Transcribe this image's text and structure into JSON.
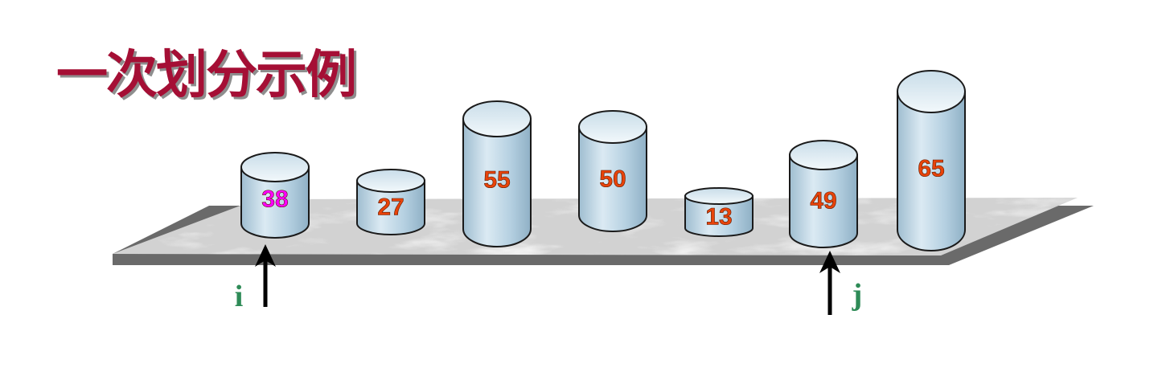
{
  "title": "一次划分示例",
  "colors": {
    "title": "#a50f35",
    "value": "#e8430a",
    "pivot_value": "#ff00ff",
    "pointer_label": "#2e8b57",
    "cylinder_fill": "#bcd6e6",
    "platform_shadow": "#6a6a6a"
  },
  "elements": [
    {
      "value": "38",
      "is_pivot": true
    },
    {
      "value": "27",
      "is_pivot": false
    },
    {
      "value": "55",
      "is_pivot": false
    },
    {
      "value": "50",
      "is_pivot": false
    },
    {
      "value": "13",
      "is_pivot": false
    },
    {
      "value": "49",
      "is_pivot": false
    },
    {
      "value": "65",
      "is_pivot": false
    }
  ],
  "pointers": [
    {
      "label": "i",
      "index": 0
    },
    {
      "label": "j",
      "index": 5
    }
  ]
}
